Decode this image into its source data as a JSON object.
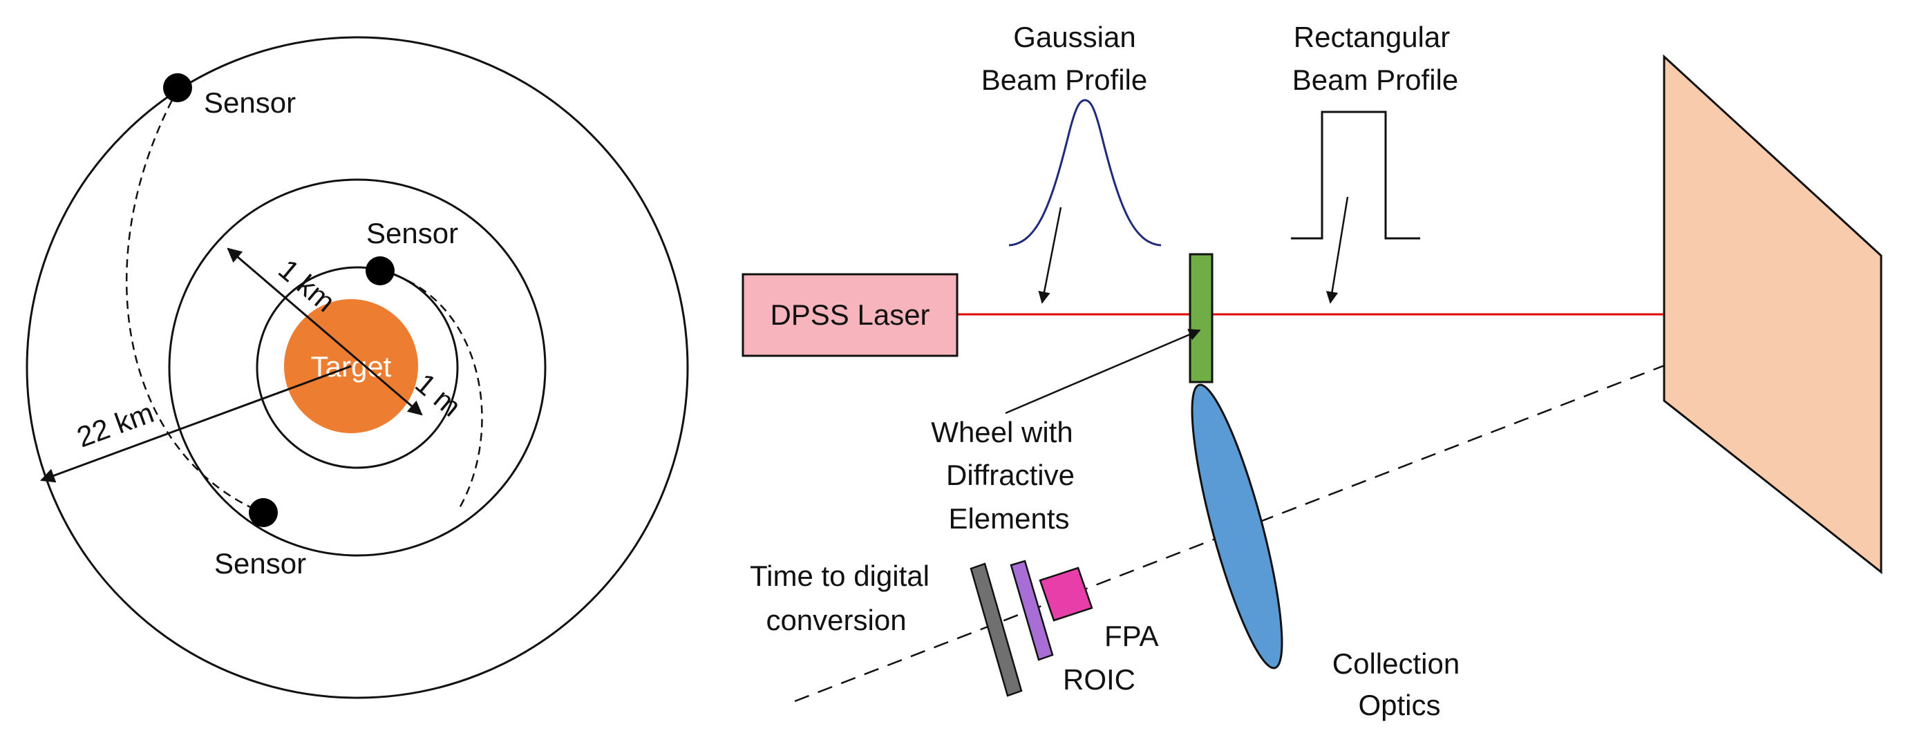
{
  "left_diagram": {
    "target_label": "Target",
    "sensor_top_label": "Sensor",
    "sensor_mid_label": "Sensor",
    "sensor_bottom_label": "Sensor",
    "dist_1km": "1 km",
    "dist_1m": "1 m",
    "dist_22km": "22 km"
  },
  "right_diagram": {
    "laser_label": "DPSS Laser",
    "gaussian_line1": "Gaussian",
    "gaussian_line2": "Beam Profile",
    "rect_line1": "Rectangular",
    "rect_line2": "Beam Profile",
    "wheel_line1": "Wheel with",
    "wheel_line2": "Diffractive",
    "wheel_line3": "Elements",
    "tdc_line1": "Time to digital",
    "tdc_line2": "conversion",
    "fpa_label": "FPA",
    "roic_label": "ROIC",
    "optics_line1": "Collection",
    "optics_line2": "Optics"
  },
  "colors": {
    "target": "#ED7D31",
    "laser_box": "#F8B4BC",
    "beam": "#E00000",
    "wheel": "#70AD47",
    "lens": "#5B9BD5",
    "screen": "#F8CBAD",
    "gaussian_curve": "#1F2A7A",
    "fpa": "#E83EAA",
    "roic": "#A86ED6",
    "tdc": "#707070"
  }
}
